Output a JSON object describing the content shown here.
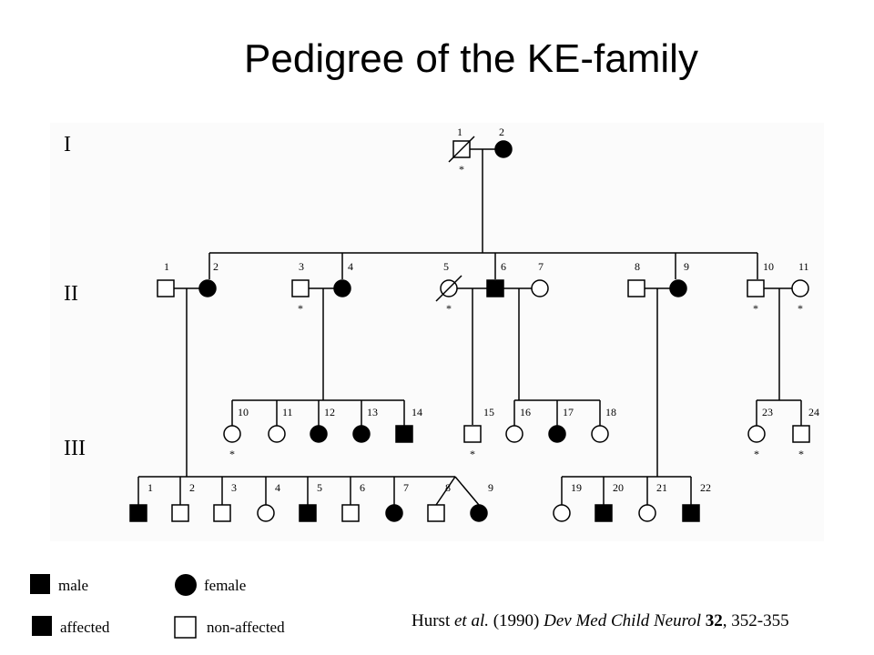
{
  "title": "Pedigree of the KE-family",
  "generations": [
    "I",
    "II",
    "III"
  ],
  "individuals": {
    "I": [
      {
        "n": "1",
        "sex": "male",
        "affected": false,
        "deceased": true,
        "star": true
      },
      {
        "n": "2",
        "sex": "female",
        "affected": true,
        "deceased": false,
        "star": false
      }
    ],
    "II": [
      {
        "n": "1",
        "sex": "male",
        "affected": false,
        "deceased": false,
        "star": false
      },
      {
        "n": "2",
        "sex": "female",
        "affected": true,
        "deceased": false,
        "star": false
      },
      {
        "n": "3",
        "sex": "male",
        "affected": false,
        "deceased": false,
        "star": true
      },
      {
        "n": "4",
        "sex": "female",
        "affected": true,
        "deceased": false,
        "star": false
      },
      {
        "n": "5",
        "sex": "female",
        "affected": false,
        "deceased": true,
        "star": true
      },
      {
        "n": "6",
        "sex": "male",
        "affected": true,
        "deceased": false,
        "star": false
      },
      {
        "n": "7",
        "sex": "female",
        "affected": false,
        "deceased": false,
        "star": false
      },
      {
        "n": "8",
        "sex": "male",
        "affected": false,
        "deceased": false,
        "star": false
      },
      {
        "n": "9",
        "sex": "female",
        "affected": true,
        "deceased": false,
        "star": false
      },
      {
        "n": "10",
        "sex": "male",
        "affected": false,
        "deceased": false,
        "star": true
      },
      {
        "n": "11",
        "sex": "female",
        "affected": false,
        "deceased": false,
        "star": true
      }
    ],
    "III_upper": [
      {
        "n": "10",
        "sex": "female",
        "affected": false,
        "star": true
      },
      {
        "n": "11",
        "sex": "female",
        "affected": false,
        "star": false
      },
      {
        "n": "12",
        "sex": "female",
        "affected": true,
        "star": false
      },
      {
        "n": "13",
        "sex": "female",
        "affected": true,
        "star": false
      },
      {
        "n": "14",
        "sex": "male",
        "affected": true,
        "star": false
      },
      {
        "n": "15",
        "sex": "male",
        "affected": false,
        "star": true
      },
      {
        "n": "16",
        "sex": "female",
        "affected": false,
        "star": false
      },
      {
        "n": "17",
        "sex": "female",
        "affected": true,
        "star": false
      },
      {
        "n": "18",
        "sex": "female",
        "affected": false,
        "star": false
      },
      {
        "n": "23",
        "sex": "female",
        "affected": false,
        "star": true
      },
      {
        "n": "24",
        "sex": "male",
        "affected": false,
        "star": true
      }
    ],
    "III_lower": [
      {
        "n": "1",
        "sex": "male",
        "affected": true
      },
      {
        "n": "2",
        "sex": "male",
        "affected": false
      },
      {
        "n": "3",
        "sex": "male",
        "affected": false
      },
      {
        "n": "4",
        "sex": "female",
        "affected": false
      },
      {
        "n": "5",
        "sex": "male",
        "affected": true
      },
      {
        "n": "6",
        "sex": "male",
        "affected": false
      },
      {
        "n": "7",
        "sex": "female",
        "affected": true
      },
      {
        "n": "8",
        "sex": "male",
        "affected": false
      },
      {
        "n": "9",
        "sex": "female",
        "affected": true
      },
      {
        "n": "19",
        "sex": "female",
        "affected": false
      },
      {
        "n": "20",
        "sex": "male",
        "affected": true
      },
      {
        "n": "21",
        "sex": "female",
        "affected": false
      },
      {
        "n": "22",
        "sex": "male",
        "affected": true
      }
    ]
  },
  "star_mark": "*",
  "legend": {
    "male": "male",
    "female": "female",
    "affected": "affected",
    "non_affected": "non-affected"
  },
  "citation": {
    "author": "Hurst",
    "etal": "et al.",
    "year": "(1990)",
    "journal": "Dev Med Child Neurol",
    "volume": "32",
    "pages": ", 352-355"
  }
}
